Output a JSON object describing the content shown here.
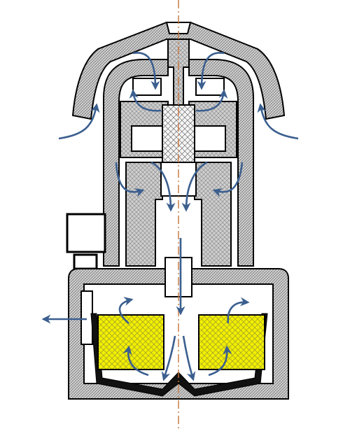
{
  "diagram": {
    "kind": "cross-section airflow diagram",
    "labels": [],
    "colors": {
      "background": "#ffffff",
      "outline": "#000000",
      "housing_hatch": "#9a9a9a",
      "core_hatch": "#b8b8b8",
      "filter_fill": "#f2ef00",
      "filter_hatch": "#9a9a32",
      "airflow_arrow": "#3b5f8f",
      "centerline": "#c8743a"
    },
    "components": [
      "outer-cap",
      "inner-housing",
      "upper-chambers",
      "center-core",
      "center-nozzle",
      "side-blocks",
      "bottom-housing",
      "left-filter",
      "right-filter",
      "base-tray",
      "centerline"
    ],
    "airflow": {
      "direction": "top-to-bottom",
      "arrow_icon": "airflow-arrow-icon"
    }
  }
}
